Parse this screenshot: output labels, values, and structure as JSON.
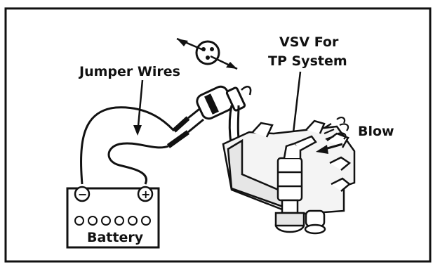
{
  "labels": {
    "jumper_wires": "Jumper Wires",
    "vsv_line1": "VSV For",
    "vsv_line2": "TP System",
    "blow": "Blow",
    "battery": "Battery",
    "battery_neg": "−",
    "battery_pos": "+"
  },
  "icons": {
    "battery_cells": "battery-cells-icon",
    "air_puff": "air-puff-icon",
    "airflow_arrow": "airflow-arrow-icon",
    "connector_face": "connector-face-icon"
  },
  "colors": {
    "ink": "#111111",
    "paper": "#ffffff"
  }
}
